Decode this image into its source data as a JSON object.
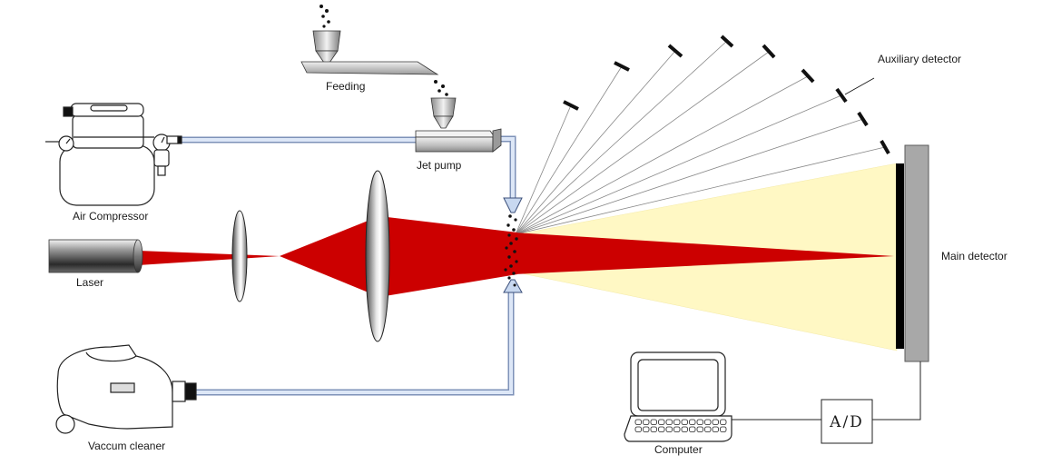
{
  "labels": {
    "feeding": "Feeding",
    "jet_pump": "Jet pump",
    "air_compressor": "Air Compressor",
    "laser": "Laser",
    "vacuum_cleaner": "Vaccum cleaner",
    "auxiliary_detector": "Auxiliary detector",
    "main_detector": "Main detector",
    "computer": "Computer",
    "ad_converter": "A/D"
  },
  "icons": {
    "feeding": "hopper-icon",
    "jet_pump": "jet-pump-icon",
    "air_compressor": "air-compressor-icon",
    "laser": "laser-icon",
    "vacuum_cleaner": "vacuum-cleaner-icon",
    "computer": "laptop-icon"
  },
  "colors": {
    "laser_beam": "#cc0000",
    "scattered_light": "#fff8c4",
    "pipe": "#c8d8f0",
    "detector_panel": "#a8a8a8",
    "detector_face": "#000000"
  }
}
